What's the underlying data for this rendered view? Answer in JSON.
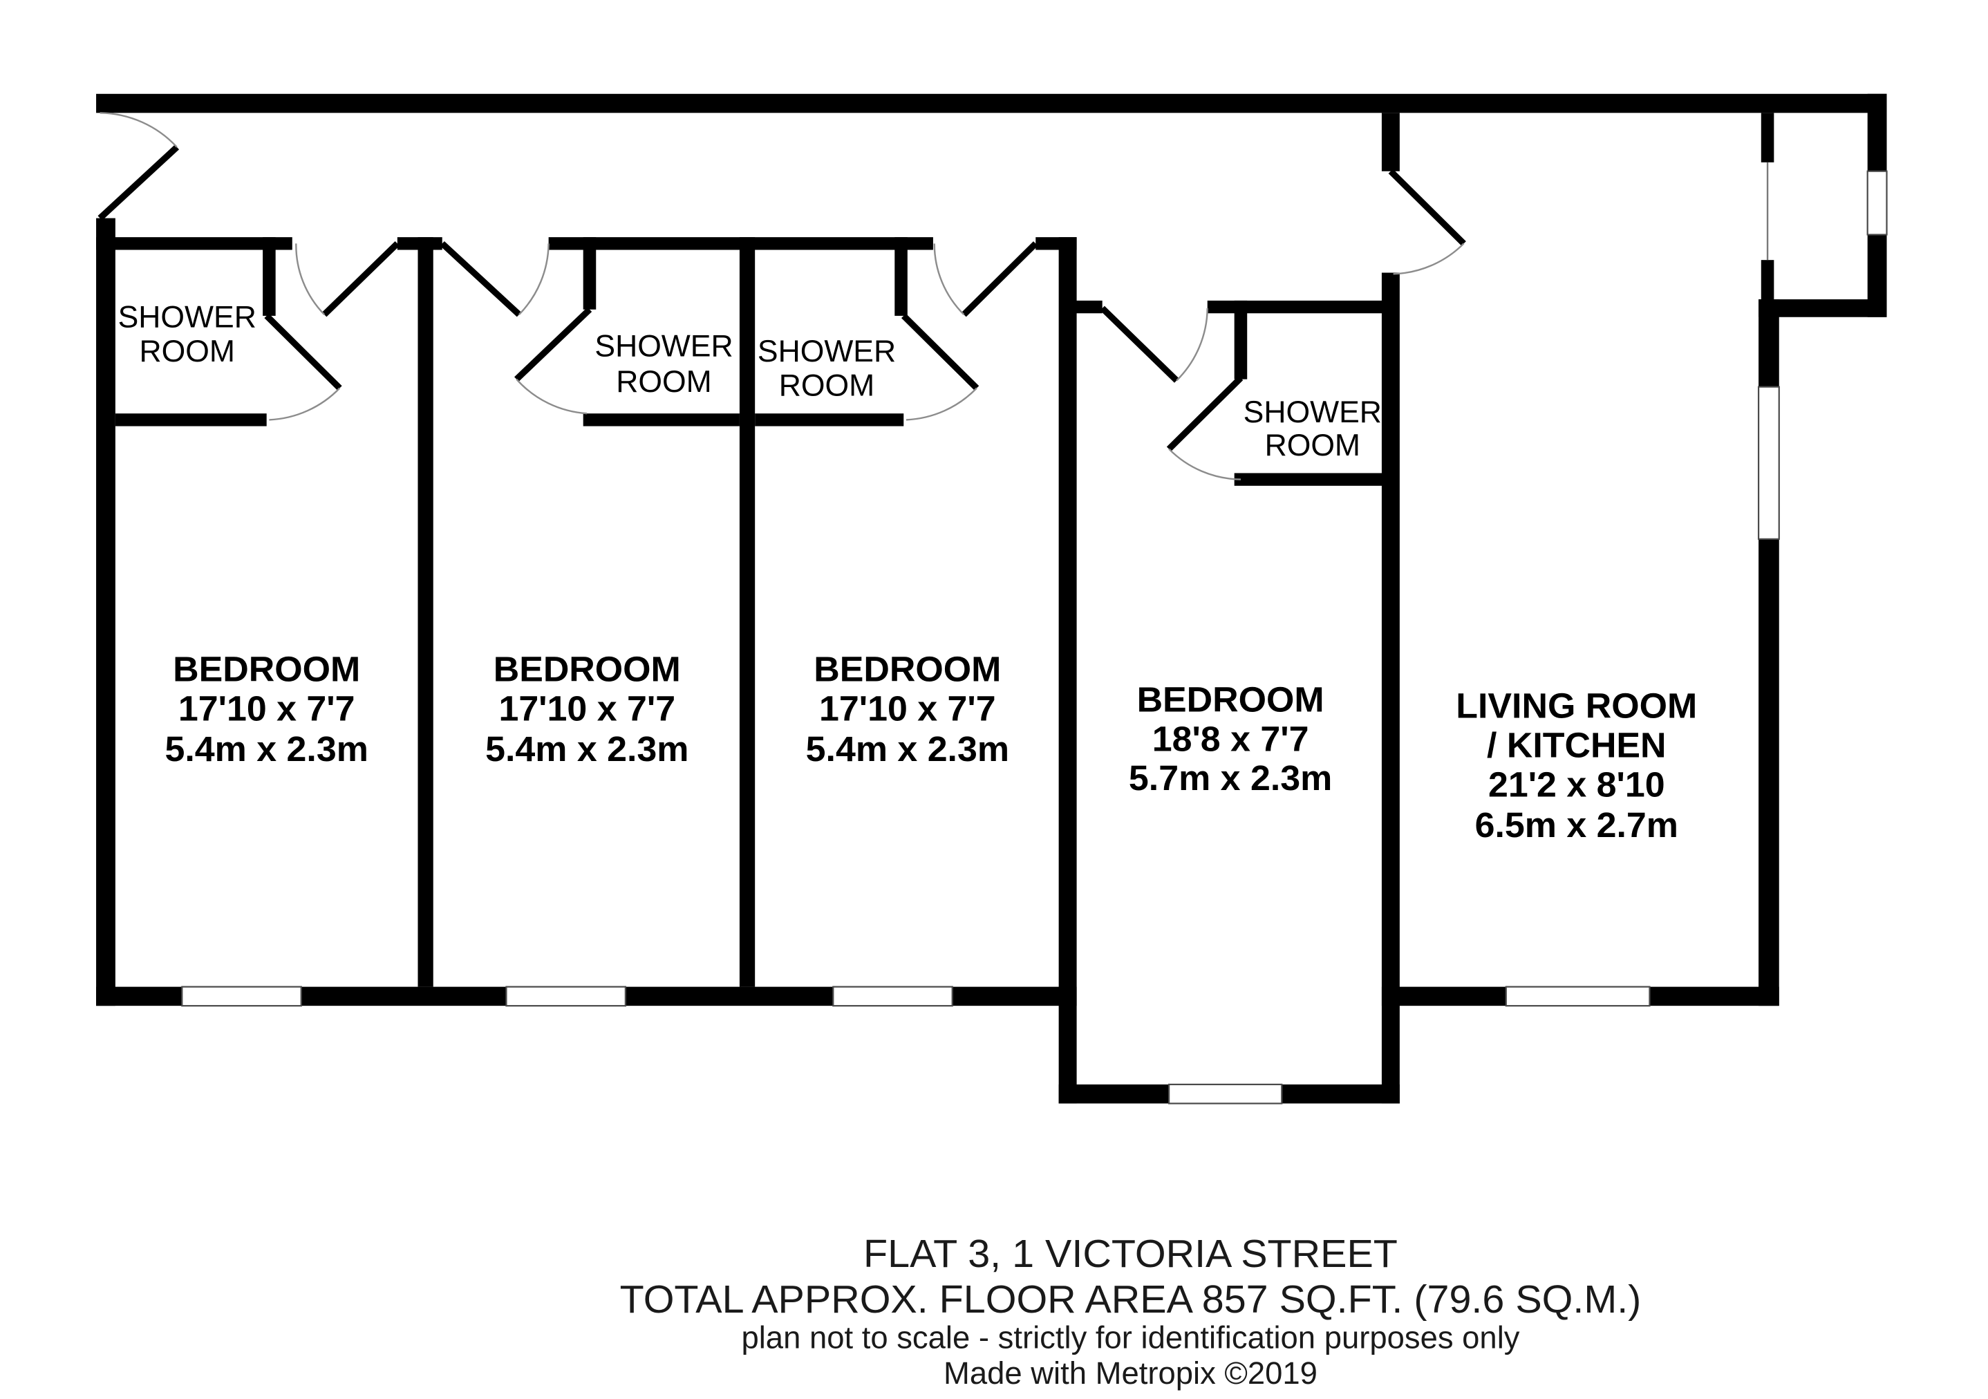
{
  "plan": {
    "rooms": [
      {
        "name": [
          "BEDROOM"
        ],
        "size_imperial": "17'10 x 7'7",
        "size_metric": "5.4m x 2.3m"
      },
      {
        "name": [
          "BEDROOM"
        ],
        "size_imperial": "17'10 x 7'7",
        "size_metric": "5.4m x 2.3m"
      },
      {
        "name": [
          "BEDROOM"
        ],
        "size_imperial": "17'10 x 7'7",
        "size_metric": "5.4m x 2.3m"
      },
      {
        "name": [
          "BEDROOM"
        ],
        "size_imperial": "18'8 x 7'7",
        "size_metric": "5.7m x 2.3m"
      },
      {
        "name": [
          "LIVING ROOM",
          "/ KITCHEN"
        ],
        "size_imperial": "21'2 x 8'10",
        "size_metric": "6.5m x 2.7m"
      }
    ],
    "shower_rooms": [
      {
        "name": [
          "SHOWER",
          "ROOM"
        ]
      },
      {
        "name": [
          "SHOWER",
          "ROOM"
        ]
      },
      {
        "name": [
          "SHOWER",
          "ROOM"
        ]
      },
      {
        "name": [
          "SHOWER",
          "ROOM"
        ]
      }
    ]
  },
  "footer": {
    "title": "FLAT 3, 1 VICTORIA STREET",
    "area": "TOTAL APPROX. FLOOR AREA 857 SQ.FT. (79.6 SQ.M.)",
    "disclaimer": "plan not to scale - strictly for identification purposes only",
    "credit": "Made with Metropix ©2019"
  },
  "colors": {
    "background": "#ffffff",
    "wall": "#000000",
    "window": "#ffffff",
    "door_swing": "#8c8c8c",
    "text": "#000000",
    "footer_text": "#1a1a1a"
  }
}
